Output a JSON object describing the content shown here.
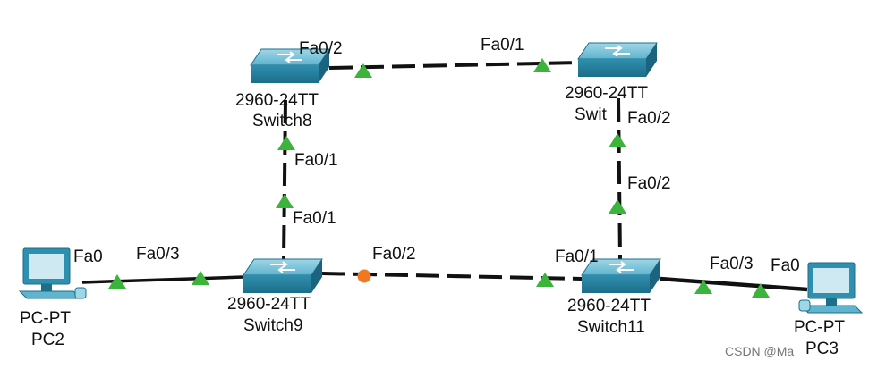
{
  "devices": {
    "switch8": {
      "model": "2960-24TT",
      "name": "Switch8"
    },
    "switch10": {
      "model": "2960-24TT",
      "name": "Swit"
    },
    "switch9": {
      "model": "2960-24TT",
      "name": "Switch9"
    },
    "switch11": {
      "model": "2960-24TT",
      "name": "Switch11"
    },
    "pc2": {
      "type": "PC-PT",
      "name": "PC2"
    },
    "pc3": {
      "type": "PC-PT",
      "name": "PC3"
    }
  },
  "ports": {
    "s8_fa02": "Fa0/2",
    "s10_fa01": "Fa0/1",
    "s10_fa02": "Fa0/2",
    "s8_fa01": "Fa0/1",
    "s9_fa01": "Fa0/1",
    "s11_fa02": "Fa0/2",
    "pc2_fa0": "Fa0",
    "s9_fa03": "Fa0/3",
    "s9_fa02": "Fa0/2",
    "s11_fa01": "Fa0/1",
    "s11_fa03": "Fa0/3",
    "pc3_fa0": "Fa0"
  },
  "colors": {
    "link_up": "#3cb43c",
    "link_blocked": "#f07820",
    "switch_body": "#2f8fae"
  },
  "watermark": "CSDN @Ma"
}
